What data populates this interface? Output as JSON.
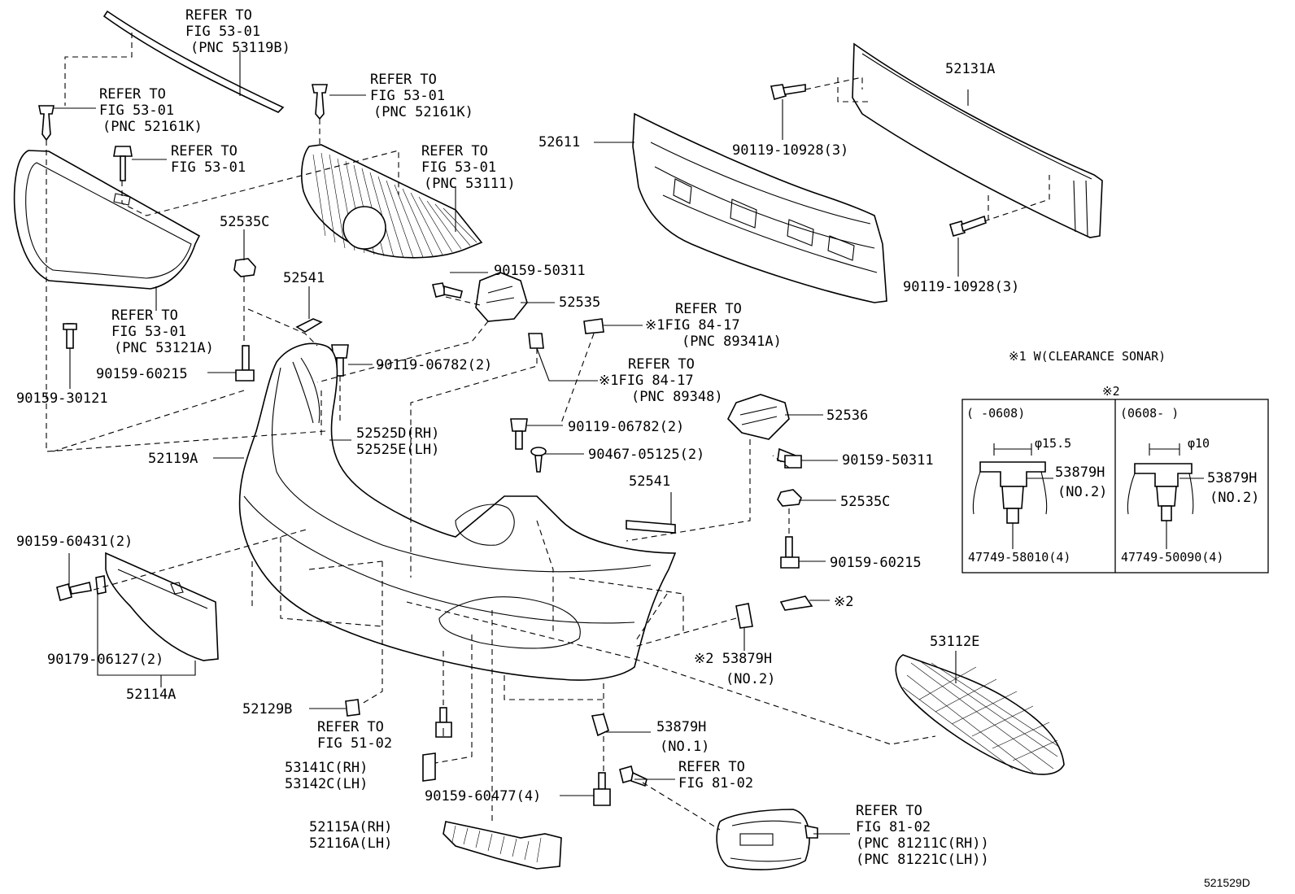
{
  "diagram_id": "521529D",
  "callouts": {
    "refer_53119b": [
      "REFER TO",
      "FIG 53-01",
      "(PNC 53119B)"
    ],
    "refer_52161k_left": [
      "REFER TO",
      "FIG 53-01",
      "(PNC 52161K)"
    ],
    "refer_52161k_mid": [
      "REFER TO",
      "FIG 53-01",
      "(PNC 52161K)"
    ],
    "refer_fig5301_bolt": [
      "REFER TO",
      "FIG 53-01"
    ],
    "refer_53111": [
      "REFER TO",
      "FIG 53-01",
      "(PNC 53111)"
    ],
    "refer_53121a": [
      "REFER TO",
      "FIG 53-01",
      "(PNC 53121A)"
    ],
    "refer_89341a": [
      "REFER TO",
      "※1FIG 84-17",
      "(PNC 89341A)"
    ],
    "refer_89348": [
      "REFER TO",
      "※1FIG 84-17",
      "(PNC 89348)"
    ],
    "refer_5102": [
      "REFER TO",
      "FIG 51-02"
    ],
    "refer_8102_bolt": [
      "REFER TO",
      "FIG 81-02"
    ],
    "refer_8102_lamp": [
      "REFER TO",
      "FIG 81-02",
      "(PNC 81211C(RH))",
      "(PNC 81221C(LH))"
    ]
  },
  "parts": {
    "p52131A": "52131A",
    "p52611": "52611",
    "p90119_10928_a": "90119-10928(3)",
    "p90119_10928_b": "90119-10928(3)",
    "p52535C_a": "52535C",
    "p52541_a": "52541",
    "p90159_50311_a": "90159-50311",
    "p52535": "52535",
    "p90119_06782_a": "90119-06782(2)",
    "p90159_60215_a": "90159-60215",
    "p90159_30121": "90159-30121",
    "p52525": [
      "52525D(RH)",
      "52525E(LH)"
    ],
    "p52119A": "52119A",
    "p90119_06782_b": "90119-06782(2)",
    "p90467_05125": "90467-05125(2)",
    "p52536": "52536",
    "p90159_50311_b": "90159-50311",
    "p52541_b": "52541",
    "p52535C_b": "52535C",
    "p90159_60215_b": "90159-60215",
    "p90159_60431": "90159-60431(2)",
    "p90179_06127": "90179-06127(2)",
    "p52114A": "52114A",
    "p53879H_no2": [
      "※2 53879H",
      "(NO.2)"
    ],
    "mark2_ref": "※2",
    "p53112E": "53112E",
    "p52129B": "52129B",
    "p53879H_no1": [
      "53879H",
      "(NO.1)"
    ],
    "p53141C": [
      "53141C(RH)",
      "53142C(LH)"
    ],
    "p90159_60477": "90159-60477(4)",
    "p52115A": [
      "52115A(RH)",
      "52116A(LH)"
    ]
  },
  "inset": {
    "note": "※1 W(CLEARANCE SONAR)",
    "mark": "※2",
    "left": {
      "range": "(     -0608)",
      "dia": "φ15.5",
      "part": [
        "53879H",
        "(NO.2)"
      ],
      "sub": "47749-58010(4)"
    },
    "right": {
      "range": "(0608-     )",
      "dia": "φ10",
      "part": [
        "53879H",
        "(NO.2)"
      ],
      "sub": "47749-50090(4)"
    }
  }
}
